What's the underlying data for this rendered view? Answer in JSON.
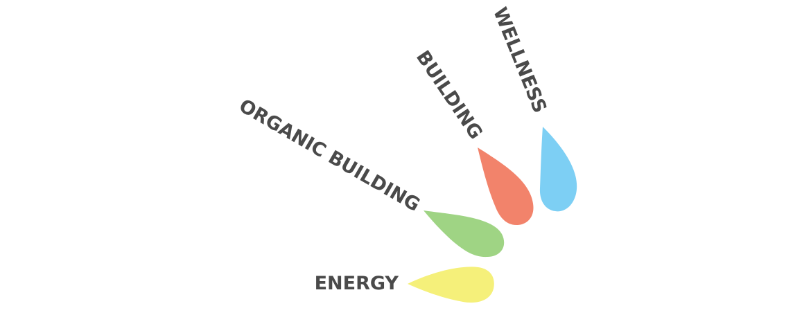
{
  "petals": [
    {
      "key": "wellness",
      "label": "WELLNESS",
      "color": "#7dcff4"
    },
    {
      "key": "building",
      "label": "BUILDING",
      "color": "#f2836b"
    },
    {
      "key": "organic",
      "label": "ORGANIC BUILDING",
      "color": "#9fd484"
    },
    {
      "key": "energy",
      "label": "ENERGY",
      "color": "#f5f07a"
    }
  ]
}
